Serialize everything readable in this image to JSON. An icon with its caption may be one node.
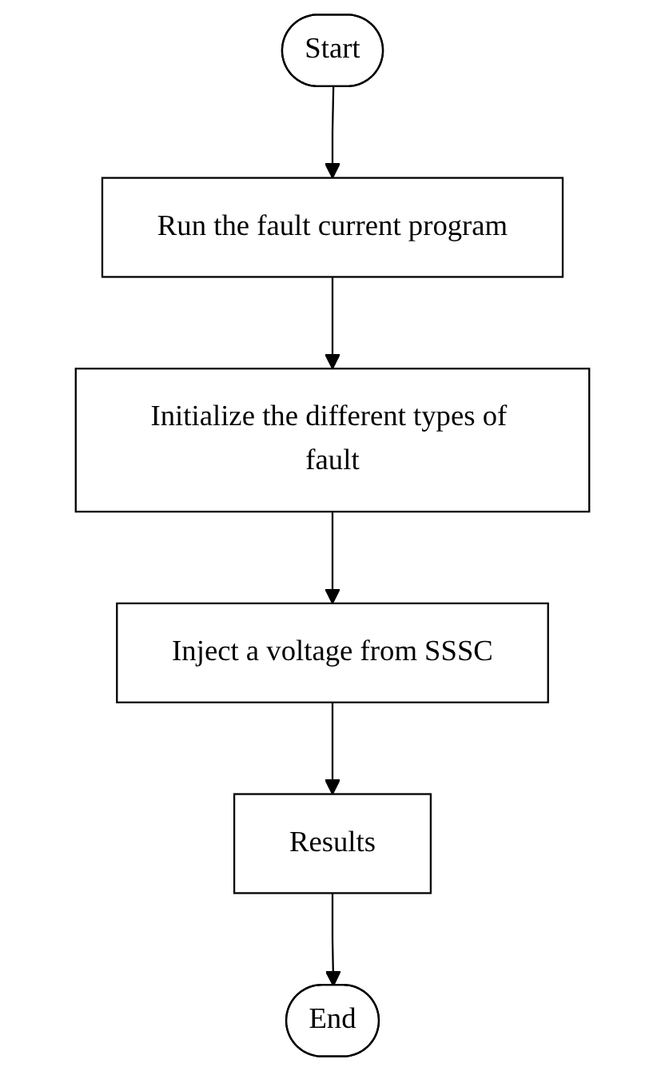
{
  "diagram": {
    "nodes": [
      {
        "text": [
          "Start"
        ]
      },
      {
        "text": [
          "Run the fault current program"
        ]
      },
      {
        "text": [
          "Initialize the different types of fault"
        ]
      },
      {
        "text": [
          "Inject a voltage from SSSC"
        ]
      },
      {
        "text": [
          "Results"
        ]
      },
      {
        "text": [
          "End"
        ]
      }
    ],
    "edges": [
      {
        "from": 0,
        "to": 1,
        "arrow": "to"
      },
      {
        "from": 1,
        "to": 2,
        "arrow": "to"
      },
      {
        "from": 2,
        "to": 3,
        "arrow": "to"
      },
      {
        "from": 3,
        "to": 4,
        "arrow": "to"
      },
      {
        "from": 4,
        "to": 5,
        "arrow": "to"
      }
    ]
  }
}
